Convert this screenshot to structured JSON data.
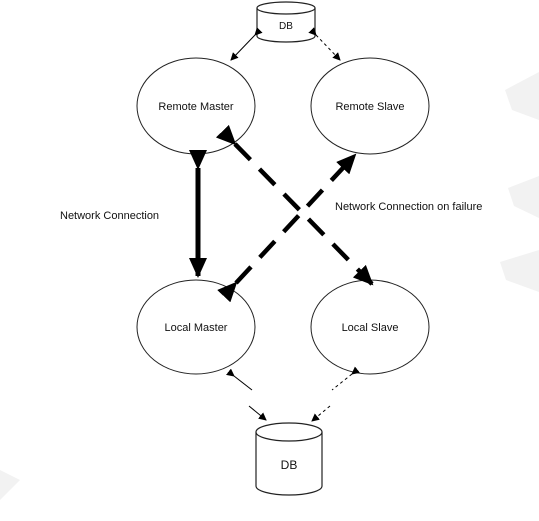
{
  "nodes": {
    "db_top": {
      "label": "DB"
    },
    "db_bottom": {
      "label": "DB"
    },
    "remote_master": {
      "label": "Remote Master"
    },
    "remote_slave": {
      "label": "Remote Slave"
    },
    "local_master": {
      "label": "Local Master"
    },
    "local_slave": {
      "label": "Local Slave"
    }
  },
  "edges": {
    "network_connection": {
      "label": "Network Connection"
    },
    "network_connection_failure": {
      "label": "Network Connection on failure"
    }
  },
  "colors": {
    "line": "#000000",
    "node_stroke": "#222222",
    "background": "#ffffff"
  }
}
